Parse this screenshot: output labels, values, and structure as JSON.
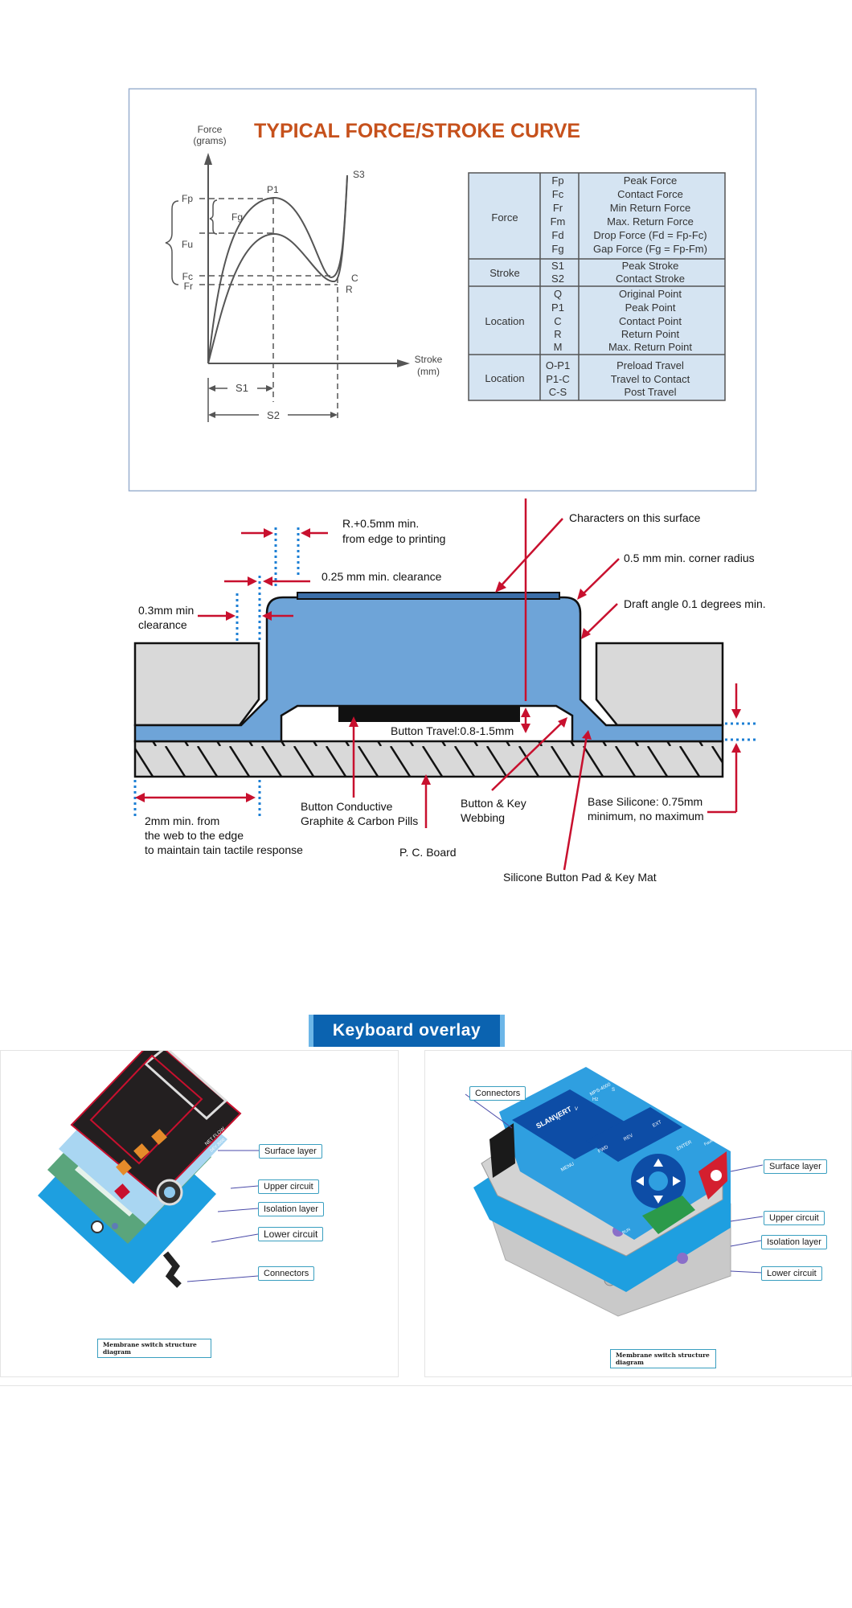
{
  "force_chart": {
    "title": "TYPICAL FORCE/STROKE CURVE",
    "y_axis_label_1": "Force",
    "y_axis_label_2": "(grams)",
    "x_axis_label_1": "Stroke",
    "x_axis_label_2": "(mm)",
    "y_marks": [
      "Fp",
      "Fg",
      "Fu",
      "Fc",
      "Fr"
    ],
    "curve_points": [
      "P1",
      "S3",
      "C",
      "R"
    ],
    "x_marks": [
      "S1",
      "S2"
    ],
    "table": [
      {
        "group": "Force",
        "rows": [
          [
            "Fp",
            "Peak Force"
          ],
          [
            "Fc",
            "Contact Force"
          ],
          [
            "Fr",
            "Min Return Force"
          ],
          [
            "Fm",
            "Max. Return Force"
          ],
          [
            "Fd",
            "Drop Force (Fd = Fp-Fc)"
          ],
          [
            "Fg",
            "Gap Force (Fg = Fp-Fm)"
          ]
        ]
      },
      {
        "group": "Stroke",
        "rows": [
          [
            "S1",
            "Peak Stroke"
          ],
          [
            "S2",
            "Contact Stroke"
          ]
        ]
      },
      {
        "group": "Location",
        "rows": [
          [
            "Q",
            "Original Point"
          ],
          [
            "P1",
            "Peak Point"
          ],
          [
            "C",
            "Contact Point"
          ],
          [
            "R",
            "Return Point"
          ],
          [
            "M",
            "Max. Return Point"
          ]
        ]
      },
      {
        "group": "Location",
        "rows": [
          [
            "O-P1",
            "Preload Travel"
          ],
          [
            "P1-C",
            "Travel to Contact"
          ],
          [
            "C-S",
            "Post Travel"
          ]
        ]
      }
    ]
  },
  "keypad": {
    "labels": {
      "r_clearance_1": "R.+0.5mm min.",
      "r_clearance_2": "from edge to printing",
      "characters": "Characters on this surface",
      "corner_radius": "0.5 mm min. corner radius",
      "clearance_025": "0.25 mm min. clearance",
      "draft_angle": "Draft angle 0.1 degrees min.",
      "clearance_03_1": "0.3mm min",
      "clearance_03_2": "clearance",
      "button_travel": "Button Travel:0.8-1.5mm",
      "conductive_1": "Button Conductive",
      "conductive_2": "Graphite & Carbon Pills",
      "webbing_1": "Button & Key",
      "webbing_2": "Webbing",
      "base_1": "Base Silicone: 0.75mm",
      "base_2": "minimum, no maximum",
      "edge_1": "2mm min. from",
      "edge_2": "the web to the edge",
      "edge_3": "to maintain tain tactile response",
      "pcb": "P. C. Board",
      "keymat": "Silicone Button Pad & Key Mat"
    }
  },
  "overlay": {
    "banner": "Keyboard overlay",
    "left": {
      "labels": [
        "Surface layer",
        "Upper circuit",
        "Isolation layer",
        "Lower circuit",
        "Connectors"
      ],
      "panel_text_1": "NET FLOW",
      "panel_text_2": "DEV 3000",
      "caption_1": "Membrane switch structure",
      "caption_2": "diagram"
    },
    "right": {
      "labels": [
        "Connectors",
        "Surface layer",
        "Upper circuit",
        "Isolation layer",
        "Lower circuit"
      ],
      "brand": "SLANVERT",
      "model": "MPS-4000",
      "keys": [
        "A",
        "V",
        "Hz",
        "S",
        "FWD",
        "REV",
        "EXT",
        "MENU",
        "ENTER",
        "RUN",
        "Fault"
      ],
      "caption_1": "Membrane switch structure",
      "caption_2": "diagram"
    }
  },
  "colors": {
    "title_orange": "#c6511c",
    "table_bg": "#d5e4f2",
    "silicone_blue": "#6ea4d8",
    "arrow_red": "#c8102e",
    "dotted_blue": "#1c7fd4",
    "banner_blue": "#0b63b0",
    "layer_blue": "#1e9fe0"
  }
}
